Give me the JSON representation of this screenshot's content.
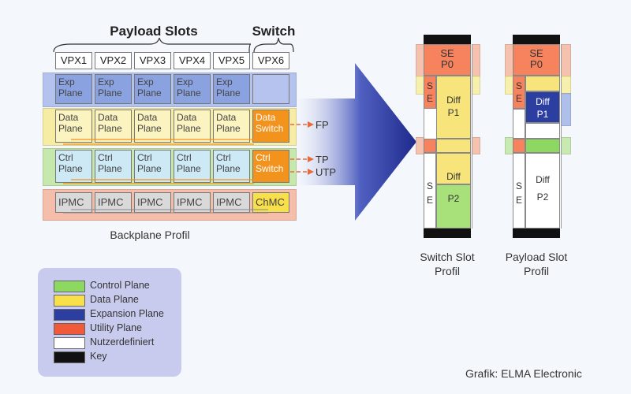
{
  "headings": {
    "payload_slots": "Payload Slots",
    "switch": "Switch"
  },
  "slot_headers": [
    "VPX1",
    "VPX2",
    "VPX3",
    "VPX4",
    "VPX5",
    "VPX6"
  ],
  "rows": {
    "exp": [
      "Exp\nPlane",
      "Exp\nPlane",
      "Exp\nPlane",
      "Exp\nPlane",
      "Exp\nPlane"
    ],
    "data": [
      "Data\nPlane",
      "Data\nPlane",
      "Data\nPlane",
      "Data\nPlane",
      "Data\nPlane",
      "Data\nSwitch"
    ],
    "ctrl": [
      "Ctrl\nPlane",
      "Ctrl\nPlane",
      "Ctrl\nPlane",
      "Ctrl\nPlane",
      "Ctrl\nPlane",
      "Ctrl\nSwitch"
    ],
    "ipmc": [
      "IPMC",
      "IPMC",
      "IPMC",
      "IPMC",
      "IPMC",
      "ChMC"
    ]
  },
  "ports": {
    "fp": "FP",
    "tp": "TP",
    "utp": "UTP"
  },
  "backplane_caption": "Backplane Profil",
  "switch_slot": {
    "caption_line1": "Switch Slot",
    "caption_line2": "Profil",
    "p0": "SE\nP0",
    "se_small": "S\nE",
    "diff_p1": "Diff\nP1",
    "se_big": "S\nE",
    "diff_p2": "Diff",
    "p2": "P2"
  },
  "payload_slot": {
    "caption_line1": "Payload Slot",
    "caption_line2": "Profil",
    "p0": "SE\nP0",
    "se_small": "S\nE",
    "diff_p1": "Diff\nP1",
    "se_big": "S\nE",
    "diff_p2": "Diff\nP2"
  },
  "legend": [
    {
      "label": "Control Plane",
      "color": "#8cd860"
    },
    {
      "label": "Data Plane",
      "color": "#f7e04a"
    },
    {
      "label": "Expansion Plane",
      "color": "#2c3ea0"
    },
    {
      "label": "Utility Plane",
      "color": "#f05a3a"
    },
    {
      "label": "Nutzerdefiniert",
      "color": "#ffffff"
    },
    {
      "label": "Key",
      "color": "#111111"
    }
  ],
  "credit": "Grafik: ELMA Electronic"
}
